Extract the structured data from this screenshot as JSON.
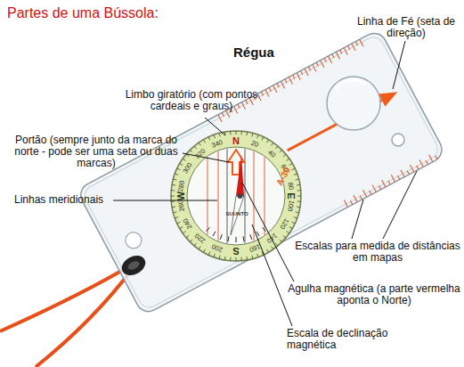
{
  "diagram": {
    "title": "Partes de uma Bússola:",
    "labels": [
      "Linha de Fé (seta de direção)",
      "Régua",
      "Limbo giratório (com pontos cardeais e graus)",
      "Portão (sempre junto da marca do norte - pode ser uma seta ou duas marcas)",
      "Linhas meridionais",
      "Escalas para medida de distâncias em mapas",
      "Agulha magnética (a parte vermelha aponta o Norte)",
      "Escala de declinação magnética",
      "N",
      "20",
      "40",
      "60",
      "80",
      "E",
      "100",
      "120",
      "140",
      "160",
      "S",
      "200",
      "220",
      "240",
      "260",
      "W",
      "280",
      "300",
      "320",
      "340",
      "SUUNTO",
      "A-30"
    ]
  }
}
